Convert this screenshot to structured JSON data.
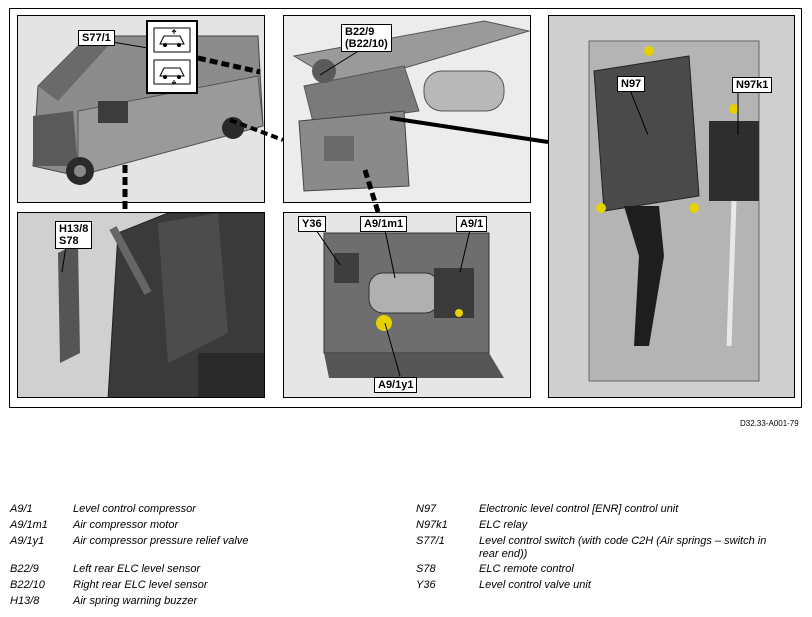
{
  "figure": {
    "panel_labels": {
      "s77_1": "S77/1",
      "b22_9": "B22/9",
      "b22_10": "(B22/10)",
      "h13_8": "H13/8",
      "s78": "S78",
      "y36": "Y36",
      "a9_1m1": "A9/1m1",
      "a9_1": "A9/1",
      "a9_1y1": "A9/1y1",
      "n97": "N97",
      "n97k1": "N97k1"
    },
    "code": "D32.33-A001-79"
  },
  "legend": {
    "left": [
      {
        "code": "A9/1",
        "desc": "Level control compressor"
      },
      {
        "code": "A9/1m1",
        "desc": "Air compressor motor"
      },
      {
        "code": "A9/1y1",
        "desc": "Air compressor pressure relief valve"
      },
      {
        "code": "B22/9",
        "desc": "Left rear ELC level sensor"
      },
      {
        "code": "B22/10",
        "desc": "Right rear ELC level sensor"
      },
      {
        "code": "H13/8",
        "desc": "Air spring warning buzzer"
      }
    ],
    "right": [
      {
        "code": "N97",
        "desc": "Electronic level control [ENR] control unit"
      },
      {
        "code": "N97k1",
        "desc": "ELC relay"
      },
      {
        "code": "S77/1",
        "desc": "Level control switch (with code C2H (Air springs – switch in"
      },
      {
        "code": "",
        "desc": "rear end))"
      },
      {
        "code": "S78",
        "desc": "ELC remote control"
      },
      {
        "code": "Y36",
        "desc": "Level control valve unit"
      }
    ]
  }
}
